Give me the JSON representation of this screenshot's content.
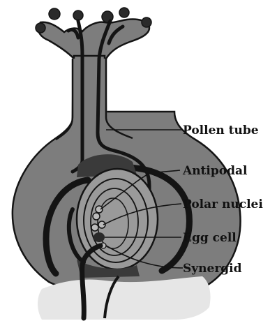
{
  "labels": {
    "pollen_tube": "Pollen tube",
    "antipodal": "Antipodal",
    "polar_nuclei": "Polar nuclei",
    "egg_cell": "Egg cell",
    "synergid": "Synergid"
  },
  "colors": {
    "tissue": "#7d7d7d",
    "dark": "#141414",
    "embryo_sac": "#9a9a9a",
    "paper": "#ffffff"
  }
}
